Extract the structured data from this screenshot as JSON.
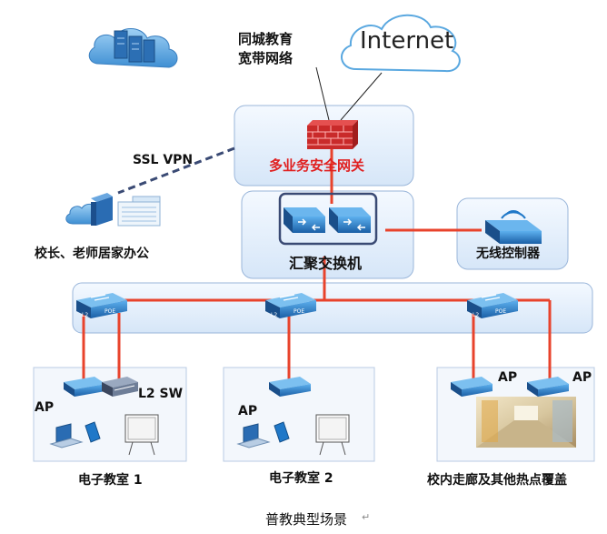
{
  "labels": {
    "metro_network": [
      "同城教育",
      "宽带网络"
    ],
    "internet": "Internet",
    "gateway": "多业务安全网关",
    "ssl_vpn": "SSL VPN",
    "home_office": "校长、老师居家办公",
    "aggregation_switch": "汇聚交换机",
    "wireless_controller": "无线控制器",
    "ap_1": "AP",
    "l2_sw": "L2 SW",
    "ap_2": "AP",
    "ap_3a": "AP",
    "ap_3b": "AP",
    "classroom_1": "电子教室 1",
    "classroom_2": "电子教室 2",
    "corridor": "校内走廊及其他热点覆盖",
    "switch_tag_l2": "L2",
    "switch_tag_poe": "POE"
  },
  "caption": "普教典型场景",
  "colors": {
    "link_red": "#e8432c",
    "vpn_dash": "#3a4a74",
    "gateway_text": "#e02020",
    "device_blue": "#1f78c8",
    "panel_border": "#9ab6da"
  }
}
